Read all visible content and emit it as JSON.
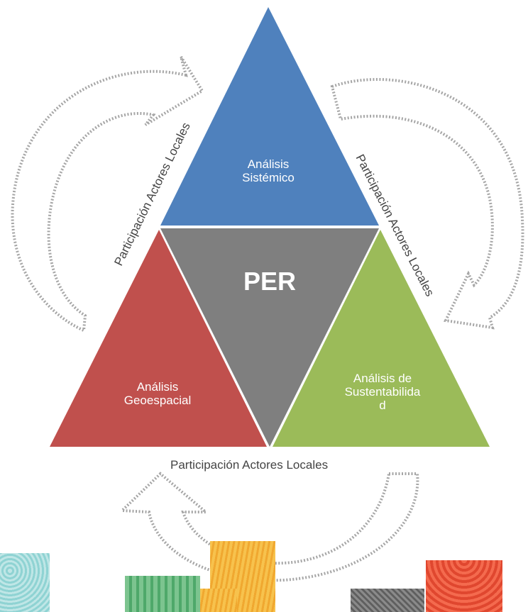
{
  "diagram": {
    "center": "PER",
    "top_triangle": "Análisis\nSistémico",
    "left_triangle": "Análisis\nGeoespacial",
    "right_triangle": "Análisis de\nSustentabilida\nd",
    "left_cycle_label": "Participación Actores Locales",
    "right_cycle_label": "Participación Actores Locales",
    "bottom_cycle_label": "Participación Actores Locales"
  },
  "colors": {
    "top": "#4f81bd",
    "left": "#c0504d",
    "right": "#9bbb59",
    "center": "#7f7f7f",
    "arrow_dots": "#a6a6a6"
  },
  "decor": {
    "tiles": [
      "teal-texture",
      "green-texture",
      "orange-texture",
      "gray-texture",
      "red-texture"
    ]
  }
}
